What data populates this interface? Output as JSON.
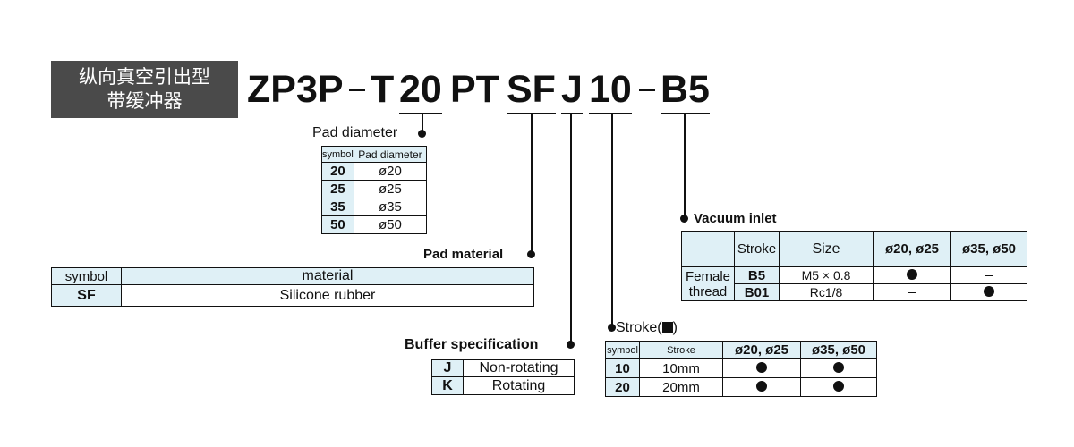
{
  "badge": {
    "line1": "纵向真空引出型",
    "line2": "带缓冲器"
  },
  "model_code": {
    "prefix": "ZP3P",
    "t": "T",
    "diameter": "20",
    "pt": "PT",
    "material": "SF",
    "buffer": "J",
    "stroke": "10",
    "inlet": "B5"
  },
  "pad_diameter": {
    "label": "Pad diameter",
    "headers": [
      "symbol",
      "Pad diameter"
    ],
    "rows": [
      {
        "symbol": "20",
        "value": "ø20"
      },
      {
        "symbol": "25",
        "value": "ø25"
      },
      {
        "symbol": "35",
        "value": "ø35"
      },
      {
        "symbol": "50",
        "value": "ø50"
      }
    ]
  },
  "pad_material": {
    "label": "Pad material",
    "headers": [
      "symbol",
      "material"
    ],
    "rows": [
      {
        "symbol": "SF",
        "material": "Silicone rubber"
      }
    ]
  },
  "buffer_spec": {
    "label": "Buffer specification",
    "rows": [
      {
        "symbol": "J",
        "value": "Non-rotating"
      },
      {
        "symbol": "K",
        "value": "Rotating"
      }
    ]
  },
  "stroke": {
    "label": "Stroke(",
    "label_end": ")",
    "headers": [
      "symbol",
      "Stroke",
      "ø20, ø25",
      "ø35, ø50"
    ],
    "rows": [
      {
        "symbol": "10",
        "stroke": "10mm"
      },
      {
        "symbol": "20",
        "stroke": "20mm"
      }
    ]
  },
  "vacuum_inlet": {
    "label": "Vacuum inlet",
    "headers": [
      "Stroke",
      "Size",
      "ø20, ø25",
      "ø35, ø50"
    ],
    "row_group_line1": "Female",
    "row_group_line2": "thread",
    "rows": [
      {
        "symbol": "B5",
        "size": "M5 × 0.8"
      },
      {
        "symbol": "B01",
        "size": "Rc1/8"
      }
    ]
  }
}
